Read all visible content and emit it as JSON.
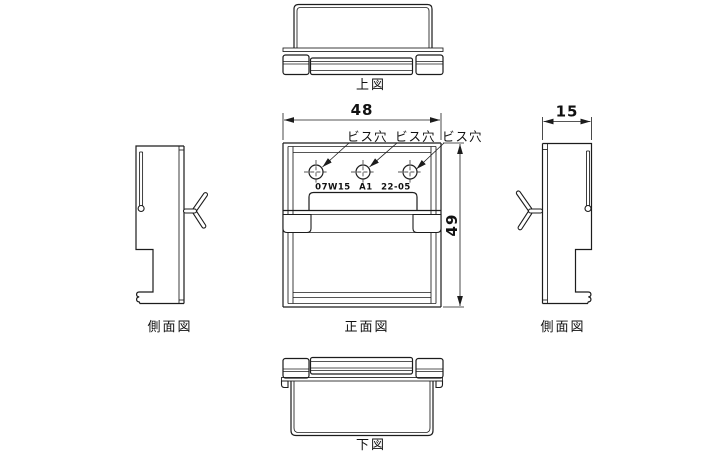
{
  "drawing": {
    "type": "technical-orthographic-views",
    "views": {
      "top": {
        "label": "上図"
      },
      "front": {
        "label": "正面図"
      },
      "left": {
        "label": "側面図"
      },
      "right": {
        "label": "側面図"
      },
      "bottom": {
        "label": "下図"
      }
    },
    "dimensions": {
      "width": "48",
      "height": "49",
      "depth": "15"
    },
    "annotations": {
      "screw_hole": "ビス穴",
      "marking": "07W15 A1 22-05"
    },
    "colors": {
      "line": "#1c1c1c",
      "background": "#ffffff"
    }
  }
}
